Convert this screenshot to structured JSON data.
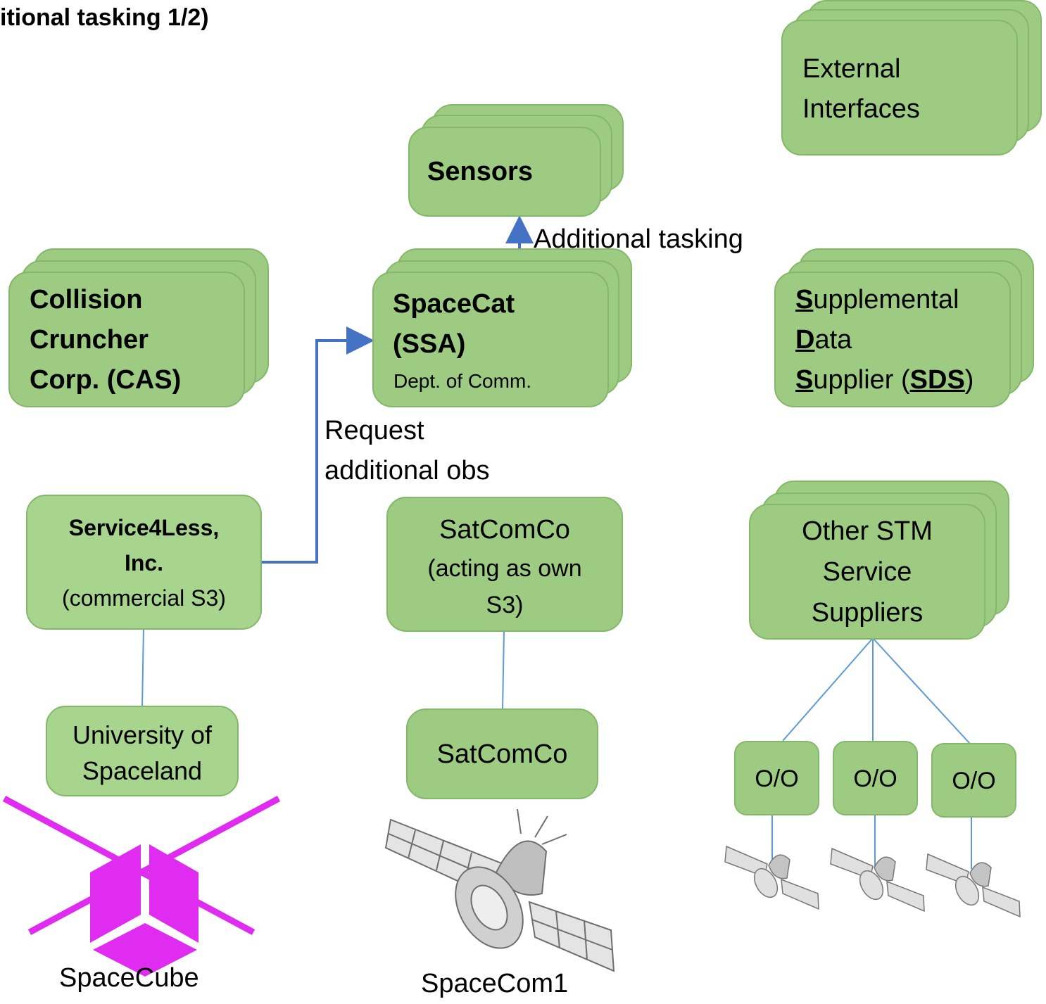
{
  "title": "itional tasking 1/2)",
  "external_interfaces": {
    "line1": "External",
    "line2": "Interfaces"
  },
  "sensors": {
    "label": "Sensors"
  },
  "additional_tasking_label": "Additional tasking",
  "collision_cruncher": {
    "line1": "Collision",
    "line2": "Cruncher",
    "line3": "Corp. (CAS)"
  },
  "spacecat": {
    "line1": "SpaceCat",
    "line2": "(SSA)",
    "line3": "Dept. of Comm."
  },
  "sds": {
    "line1_initial": "S",
    "line1_rest": "upplemental",
    "line2_initial": "D",
    "line2_rest": "ata",
    "line3_initial": "S",
    "line3_rest": "upplier (",
    "line3_abbr": "SDS",
    "line3_end": ")"
  },
  "request_label": {
    "line1": "Request",
    "line2": "additional obs"
  },
  "service4less": {
    "line1": "Service4Less,",
    "line2": "Inc.",
    "line3": "(commercial S3)"
  },
  "satcomco_s3": {
    "line1": "SatComCo",
    "line2": "(acting as own",
    "line3": "S3)"
  },
  "other_stm": {
    "line1": "Other STM",
    "line2": "Service",
    "line3": "Suppliers"
  },
  "university": {
    "line1": "University of",
    "line2": "Spaceland"
  },
  "satcomco": {
    "label": "SatComCo"
  },
  "oo_boxes": [
    "O/O",
    "O/O",
    "O/O"
  ],
  "spacecube_label": "SpaceCube",
  "spacecom1_label": "SpaceCom1",
  "colors": {
    "box_fill": "#9dcb81",
    "arrow": "#4472c4",
    "line": "#5b9bd5",
    "spacecube": "#e02cf0"
  }
}
